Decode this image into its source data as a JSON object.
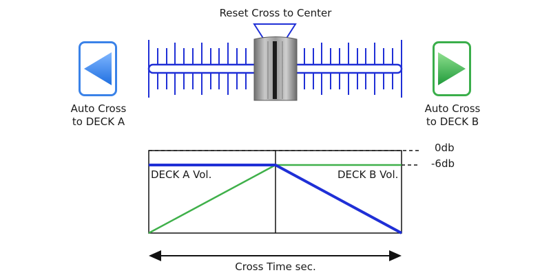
{
  "crossfader": {
    "reset_label": "Reset Cross to Center",
    "position": 0.5
  },
  "buttons": {
    "deck_a": {
      "label_line1": "Auto Cross",
      "label_line2": "to DECK A",
      "icon": "left-arrow-icon",
      "color": "#2f7fe6"
    },
    "deck_b": {
      "label_line1": "Auto Cross",
      "label_line2": "to DECK B",
      "icon": "right-arrow-icon",
      "color": "#34a84a"
    }
  },
  "graph": {
    "level_0db": "0db",
    "level_minus6db": "-6db",
    "deck_a_label": "DECK A Vol.",
    "deck_b_label": "DECK B Vol.",
    "x_axis_label": "Cross Time sec.",
    "deck_a_color": "#1f2fd6",
    "deck_b_color": "#3fb04a"
  }
}
